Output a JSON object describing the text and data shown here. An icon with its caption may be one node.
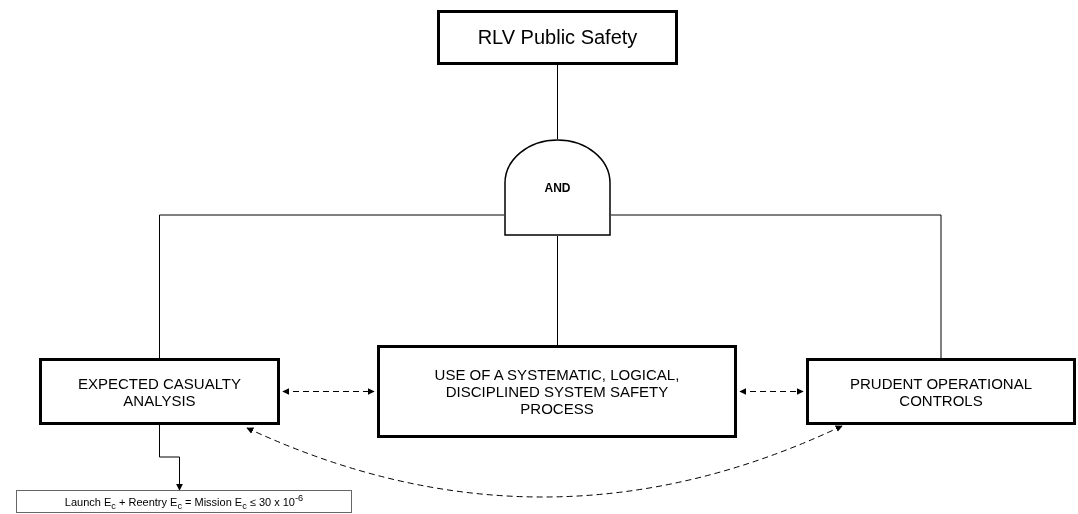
{
  "diagram": {
    "nodes": [
      {
        "text": [
          "RLV Public Safety"
        ]
      },
      {
        "text": [
          "AND"
        ]
      },
      {
        "text": [
          "EXPECTED CASUALTY ANALYSIS"
        ]
      },
      {
        "text": [
          "USE OF A SYSTEMATIC, LOGICAL, DISCIPLINED SYSTEM SAFETY PROCESS"
        ]
      },
      {
        "text": [
          "PRUDENT OPERATIONAL CONTROLS"
        ]
      },
      {
        "text": [
          "Launch E$_{c}$ + Reentry E$_{c}$ = Mission E$_{c}$ ≤ 30 x 10$^{-6}$"
        ]
      }
    ],
    "edges": [
      {
        "from": 0,
        "to": 1,
        "arrow": "none"
      },
      {
        "from": 1,
        "to": 2,
        "arrow": "none"
      },
      {
        "from": 1,
        "to": 3,
        "arrow": "none"
      },
      {
        "from": 1,
        "to": 4,
        "arrow": "none"
      },
      {
        "from": 2,
        "to": 3,
        "arrow": "both",
        "style": "dashed"
      },
      {
        "from": 3,
        "to": 4,
        "arrow": "both",
        "style": "dashed"
      },
      {
        "from": 2,
        "to": 4,
        "arrow": "both",
        "style": "dashed"
      },
      {
        "from": 2,
        "to": 5,
        "arrow": "to"
      }
    ]
  }
}
